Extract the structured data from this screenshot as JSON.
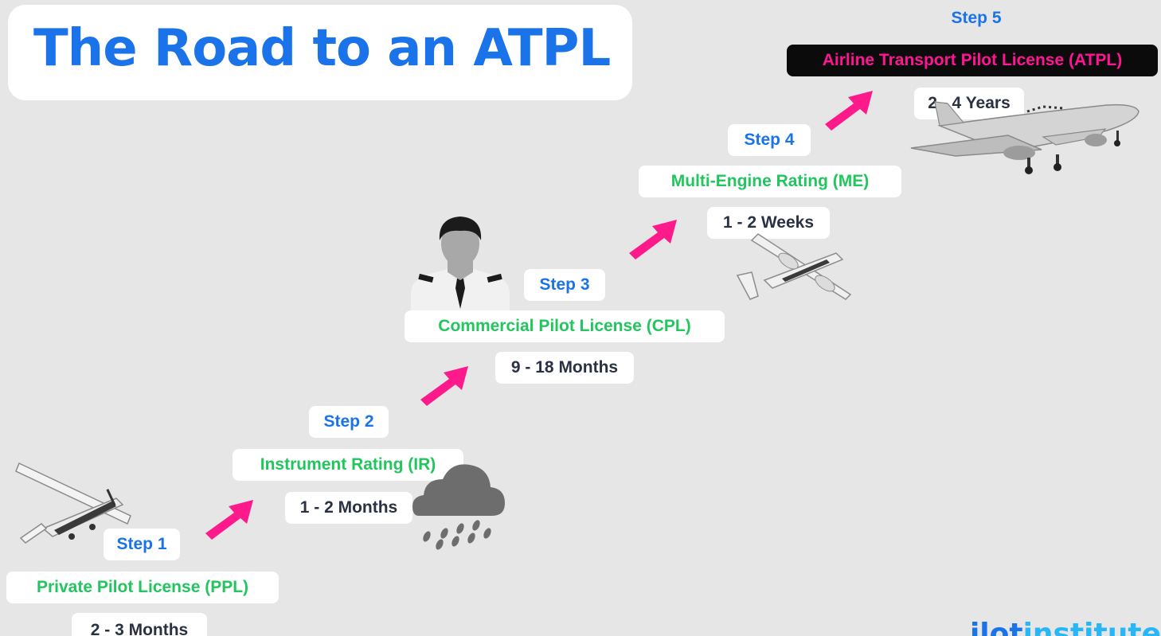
{
  "title": "The Road to an ATPL",
  "steps": [
    {
      "step": "Step 1",
      "license": "Private Pilot License (PPL)",
      "duration": "2 - 3 Months"
    },
    {
      "step": "Step 2",
      "license": "Instrument Rating (IR)",
      "duration": "1 - 2 Months"
    },
    {
      "step": "Step 3",
      "license": "Commercial Pilot License (CPL)",
      "duration": "9 - 18 Months"
    },
    {
      "step": "Step 4",
      "license": "Multi-Engine Rating (ME)",
      "duration": "1 - 2 Weeks"
    },
    {
      "step": "Step 5",
      "license": "Airline Transport Pilot License (ATPL)",
      "duration": "2 - 4 Years"
    }
  ],
  "handle": {
    "part1": "@pilot",
    "part2": "institute"
  },
  "colors": {
    "background": "#e6e6e6",
    "title": "#1a73e8",
    "step": "#1a73e8",
    "license": "#22c55e",
    "atpl_text": "#ff1493",
    "atpl_bg": "#0b0b0b",
    "arrow": "#ff1a8c",
    "duration": "#2a3142"
  },
  "icons": [
    "cessna-plane-icon",
    "storm-cloud-icon",
    "pilot-avatar-icon",
    "twin-engine-plane-icon",
    "airliner-icon",
    "progress-arrow-icon"
  ]
}
